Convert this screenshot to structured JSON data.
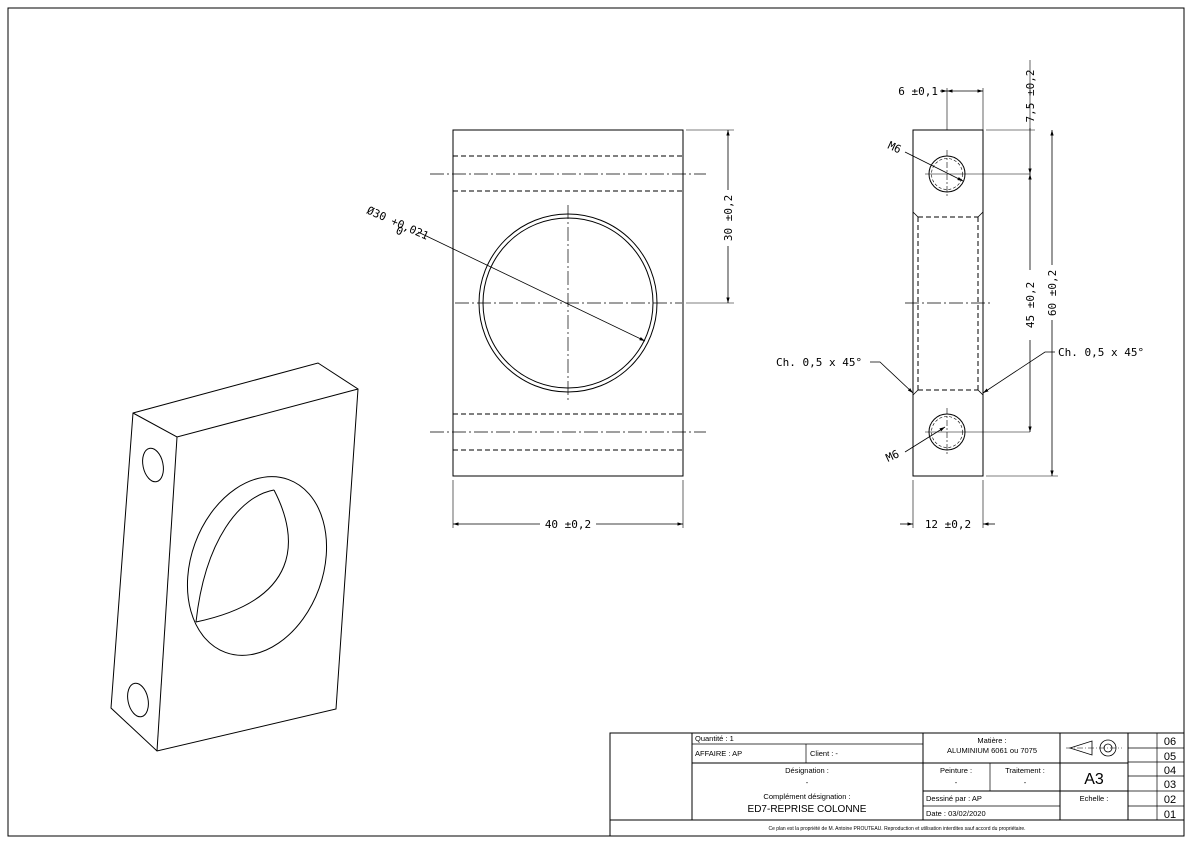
{
  "views": {
    "front": {
      "dim_width": "40 ±0,2",
      "dim_height": "30 ±0,2",
      "dim_bore_main": "Ø30 +0,021",
      "dim_bore_lower": "0"
    },
    "side": {
      "dim_top": "6 ±0,1",
      "dim_top_offset": "7,5 ±0,2",
      "dim_spacing": "45 ±0,2",
      "dim_total": "60 ±0,2",
      "dim_width": "12 ±0,2",
      "hole_top": "M6",
      "hole_bottom": "M6",
      "chamfer_left": "Ch. 0,5 x 45°",
      "chamfer_right": "Ch. 0,5 x 45°"
    }
  },
  "title_block": {
    "quantite": "Quantité : 1",
    "affaire": "AFFAIRE : AP",
    "client": "Client : -",
    "designation_label": "Désignation :",
    "designation_value": "-",
    "complement_label": "Complément désignation :",
    "complement_value": "ED7-REPRISE COLONNE",
    "matiere_label": "Matière :",
    "matiere_value": "ALUMINIUM 6061 ou 7075",
    "peinture_label": "Peinture :",
    "peinture_value": "-",
    "traitement_label": "Traitement :",
    "traitement_value": "-",
    "dessine": "Dessiné par : AP",
    "date": "Date : 03/02/2020",
    "format": "A3",
    "echelle": "Echelle :",
    "revisions": [
      "06",
      "05",
      "04",
      "03",
      "02",
      "01"
    ],
    "footer": "Ce plan est la propriété de M. Antoine PROUTEAU. Reproduction et utilisation interdites sauf accord du propriétaire."
  }
}
